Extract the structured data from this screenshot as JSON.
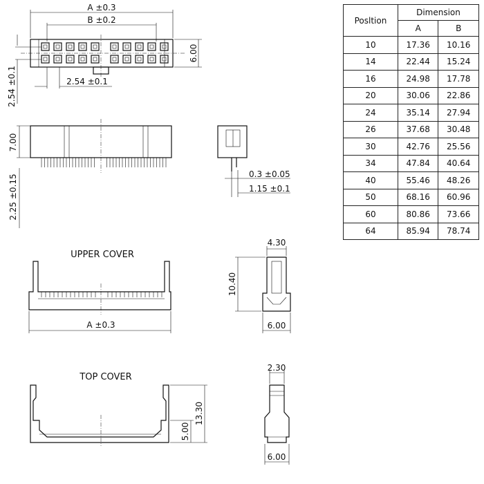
{
  "top_view": {
    "dim_a": "A ±0.3",
    "dim_b": "B ±0.2",
    "height": "6.00",
    "pitch_v": "2.54 ±0.1",
    "pitch_h": "2.54 ±0.1"
  },
  "side_view": {
    "height": "7.00",
    "pin_length": "2.25 ±0.15"
  },
  "end_view": {
    "pin_width": "0.3 ±0.05",
    "pin_offset": "1.15 ±0.1"
  },
  "upper_cover": {
    "title": "UPPER COVER",
    "dim_a": "A ±0.3",
    "width_top": "4.30",
    "height": "10.40",
    "width_bottom": "6.00"
  },
  "top_cover": {
    "title": "TOP COVER",
    "width_top": "2.30",
    "height": "13.30",
    "inner_height": "5.00",
    "width_bottom": "6.00"
  },
  "table": {
    "headers": {
      "position": "Posltion",
      "dimension": "Dimension",
      "a": "A",
      "b": "B"
    },
    "rows": [
      {
        "pos": "10",
        "a": "17.36",
        "b": "10.16"
      },
      {
        "pos": "14",
        "a": "22.44",
        "b": "15.24"
      },
      {
        "pos": "16",
        "a": "24.98",
        "b": "17.78"
      },
      {
        "pos": "20",
        "a": "30.06",
        "b": "22.86"
      },
      {
        "pos": "24",
        "a": "35.14",
        "b": "27.94"
      },
      {
        "pos": "26",
        "a": "37.68",
        "b": "30.48"
      },
      {
        "pos": "30",
        "a": "42.76",
        "b": "25.56"
      },
      {
        "pos": "34",
        "a": "47.84",
        "b": "40.64"
      },
      {
        "pos": "40",
        "a": "55.46",
        "b": "48.26"
      },
      {
        "pos": "50",
        "a": "68.16",
        "b": "60.96"
      },
      {
        "pos": "60",
        "a": "80.86",
        "b": "73.66"
      },
      {
        "pos": "64",
        "a": "85.94",
        "b": "78.74"
      }
    ]
  }
}
